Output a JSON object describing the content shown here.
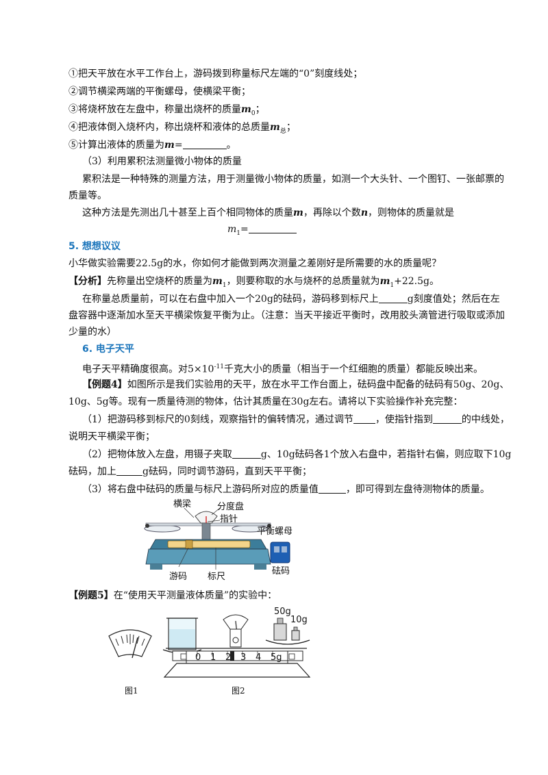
{
  "steps": {
    "s1": "①把天平放在水平工作台上，游码拨到称量标尺左端的“0”刻度线处；",
    "s2": "②调节横梁两端的平衡螺母，使横梁平衡；",
    "s3a": "③将烧杯放在左盘中，称量出烧杯的质量",
    "s3b": "m",
    "s3c": "0",
    "s3d": "；",
    "s4a": "④把液体倒入烧杯内，称出烧杯和液体的总质量",
    "s4b": "m",
    "s4c": "总",
    "s4d": "；",
    "s5a": "⑤计算出液体的质量为",
    "s5b": "m",
    "s5c": "=",
    "s5d": "。"
  },
  "sec3": {
    "title": "（3）利用累积法测量微小物体的质量",
    "p1a": "累积法是一种特殊的测量方法，用于测量微小物体的质量，如测一个大头针、一个图钉、一张邮票的",
    "p1b": "质量等。",
    "p2a": "这种方法是先测出几十甚至上百个相同物体的质量",
    "p2m": "m",
    "p2b": "，再除以个数",
    "p2n": "n",
    "p2c": "，则物体的质量就是",
    "f1": "m",
    "f1sub": "1",
    "f1eq": "="
  },
  "sec5": {
    "heading": "5. 想想议议",
    "q": "小华做实验需要22.5g的水，你如何才能做到两次测量之差刚好是所需要的水的质量呢？",
    "a1": "【分析】",
    "a2": "先称量出空烧杯的质量为",
    "a3": "m",
    "a4": "1",
    "a5": "，则要称取的水与烧杯的总质量就为",
    "a6": "m",
    "a7": "1",
    "a8": "+22.5g。",
    "p1a": "在称量总质量前，可以在右盘中加入一个20g的砝码，游码移到标尺上",
    "p1b": "g刻度值处；然后在左",
    "p2": "盘容器中逐渐加水至天平横梁恢复平衡为止。（注意：当天平接近平衡时，改用胶头滴管进行吸取或添加",
    "p3": "少量的水）"
  },
  "sec6": {
    "heading": "6. 电子天平",
    "p1a": "电子天平精确度很高。对5×10",
    "p1sup": "-11",
    "p1b": "千克大小的质量（相当于一个红细胞的质量）都能反映出来。"
  },
  "ex4": {
    "label": "【例题4】",
    "t1": "如图所示是我们实验用的天平，放在水平工作台面上，砝码盘中配备的砝码有50g、20g、",
    "t2": "10g、5g等。现有一质量待测的物体，估计其质量在30g左右。请将以下实验操作补充完整：",
    "q1a": "（1）把游码移到标尺的0刻线，观察指针的偏转情况，通过调节",
    "q1b": "，使指针指到",
    "q1c": "的中线处，",
    "q1d": "说明天平横梁平衡；",
    "q2a": "（2）把物体放入左盘，用镊子夹取",
    "q2b": "g、10g砝码各1个放入右盘中，若指针右偏，则应取下10g",
    "q2c": "砝码，加上",
    "q2d": "g砝码，同时调节游码，直到天平平衡；",
    "q3a": "（3）将右盘中砝码的质量与标尺上游码所对应的质量值",
    "q3b": "，即可得到左盘待测物体的质量。"
  },
  "fig1": {
    "beam": "横梁",
    "dial": "分度盘",
    "pointer": "指针",
    "nut": "平衡螺母",
    "rider": "游码",
    "scale": "标尺",
    "weights": "砝码"
  },
  "ex5": {
    "label": "【例题5】",
    "text": "在“使用天平测量液体质量”的实验中："
  },
  "fig2": {
    "w50": "50g",
    "w10": "10g",
    "ticks": [
      "0",
      "1",
      "2",
      "3",
      "4",
      "5g"
    ],
    "cap1": "图1",
    "cap2": "图2"
  }
}
